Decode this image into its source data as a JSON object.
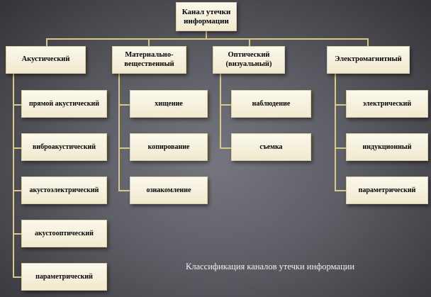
{
  "root": {
    "label": "Канал утечки\nинформации"
  },
  "categories": [
    {
      "label": "Акустический",
      "items": [
        "прямой акустический",
        "виброакустический",
        "акустоэлектрический",
        "акустооптический",
        "параметрический"
      ]
    },
    {
      "label": "Материально-\nвещественный",
      "items": [
        "хищение",
        "копирование",
        "ознакомление"
      ]
    },
    {
      "label": "Оптический\n(визуальный)",
      "items": [
        "наблюдение",
        "съемка"
      ]
    },
    {
      "label": "Электромагнитный",
      "items": [
        "электрический",
        "индукционный",
        "параметрический"
      ]
    }
  ],
  "caption": "Классификация каналов утечки информации"
}
